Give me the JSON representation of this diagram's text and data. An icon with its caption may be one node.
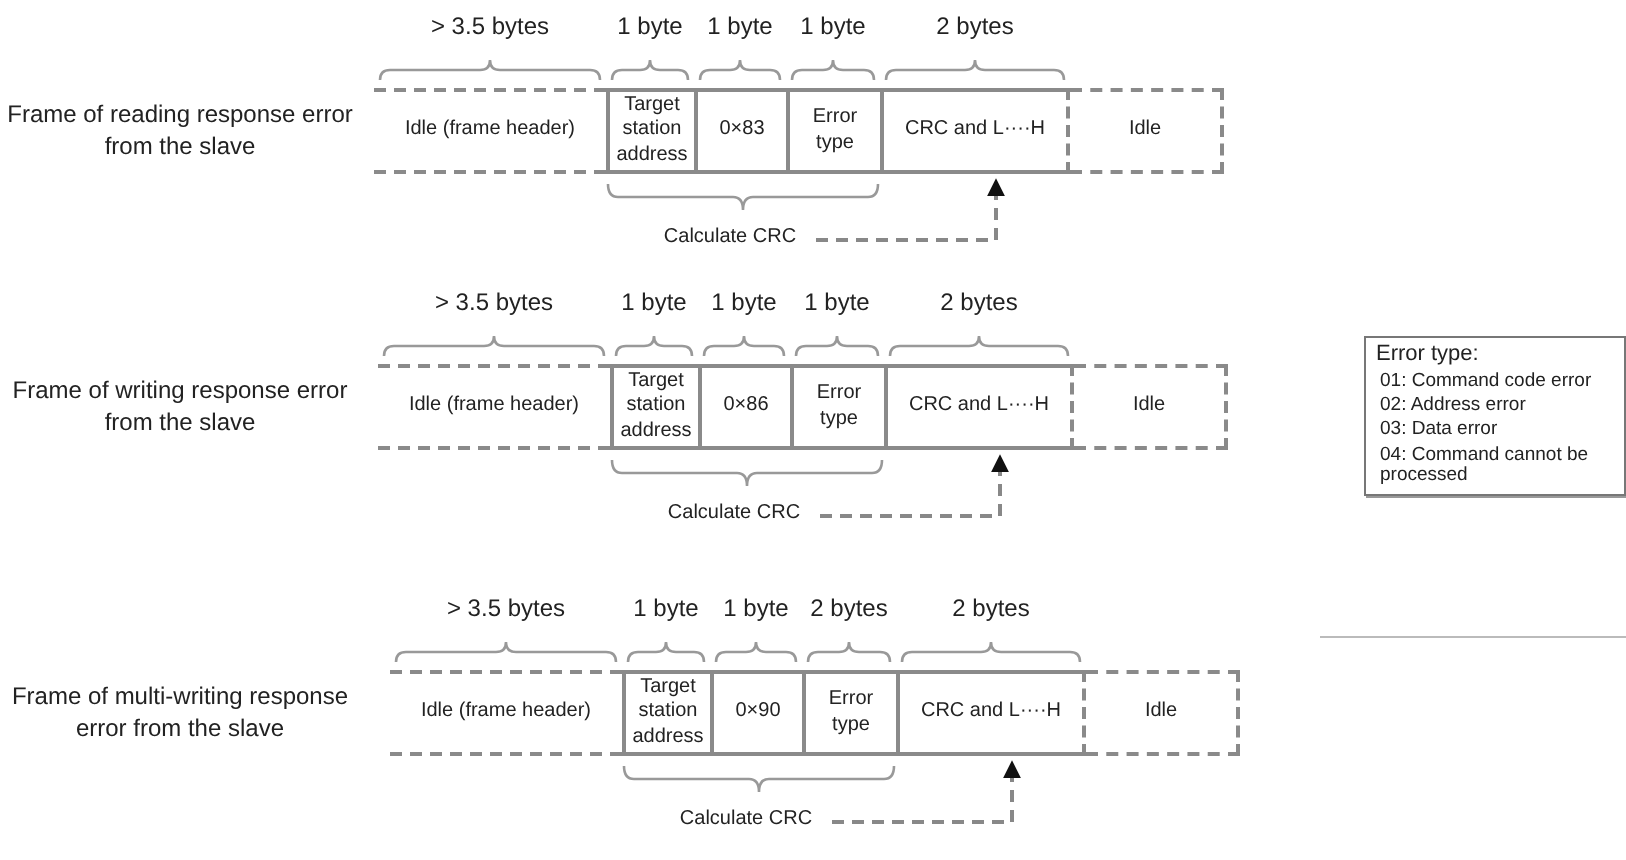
{
  "diagram": {
    "nodes": [
      {
        "text": [
          "Idle (frame header)"
        ]
      },
      {
        "text": [
          "Target station address"
        ]
      },
      {
        "text": [
          "0×83"
        ]
      },
      {
        "text": [
          "Error type"
        ]
      },
      {
        "text": [
          "CRC and L····H"
        ]
      },
      {
        "text": [
          "Idle"
        ]
      },
      {
        "text": [
          "Calculate CRC"
        ]
      },
      {
        "text": [
          "Idle (frame header)"
        ]
      },
      {
        "text": [
          "Target station address"
        ]
      },
      {
        "text": [
          "0×86"
        ]
      },
      {
        "text": [
          "Error type"
        ]
      },
      {
        "text": [
          "CRC and L····H"
        ]
      },
      {
        "text": [
          "Idle"
        ]
      },
      {
        "text": [
          "Calculate CRC"
        ]
      },
      {
        "text": [
          "Idle (frame header)"
        ]
      },
      {
        "text": [
          "Target station address"
        ]
      },
      {
        "text": [
          "0×90"
        ]
      },
      {
        "text": [
          "Error type"
        ]
      },
      {
        "text": [
          "CRC and L····H"
        ]
      },
      {
        "text": [
          "Idle"
        ]
      },
      {
        "text": [
          "Calculate CRC"
        ]
      },
      {
        "text": [
          "Error type:",
          "01: Command code error",
          "02: Address error",
          "03: Data error",
          "04: Command cannot be processed"
        ]
      }
    ],
    "edges": [
      {
        "from": 6,
        "to": 4,
        "arrow": "to",
        "style": "dashed"
      },
      {
        "from": 13,
        "to": 11,
        "arrow": "to",
        "style": "dashed"
      },
      {
        "from": 20,
        "to": 18,
        "arrow": "to",
        "style": "dashed"
      }
    ],
    "labels": [
      "> 3.5 bytes",
      "1 byte",
      "1 byte",
      "1 byte",
      "2 bytes",
      "Frame of reading response error from the slave",
      "> 3.5 bytes",
      "1 byte",
      "1 byte",
      "1 byte",
      "2 bytes",
      "Frame of writing response error from the slave",
      "> 3.5 bytes",
      "1 byte",
      "1 byte",
      "2 bytes",
      "2 bytes",
      "Frame of multi-writing response error from the slave"
    ]
  }
}
